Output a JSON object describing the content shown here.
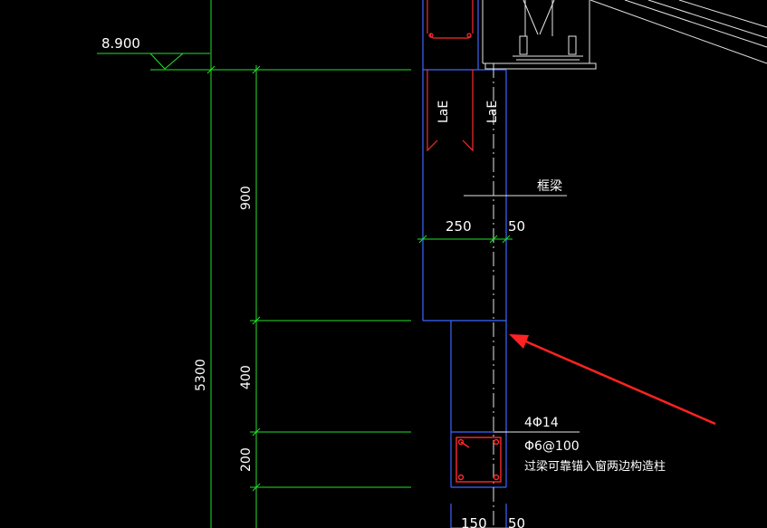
{
  "colors": {
    "background": "#000000",
    "dimension_green": "#22e02a",
    "outline_blue": "#3d66ff",
    "rebar_red": "#ff2a2a",
    "text_white": "#ffffff",
    "arrow_red": "#ff2222"
  },
  "elevation": {
    "label": "8.900"
  },
  "dimensions": {
    "total_height": "5300",
    "seg_900": "900",
    "seg_400": "400",
    "seg_200": "200",
    "upper_width": "250",
    "upper_offset": "50",
    "lower_width": "150",
    "lower_offset": "50"
  },
  "anchorage": {
    "left": "LaE",
    "right": "LaE"
  },
  "notes": {
    "frame_beam": "框梁",
    "main_rebar": "4Φ14",
    "stirrup": "Φ6@100",
    "remark": "过梁可靠锚入窗两边构造柱"
  }
}
